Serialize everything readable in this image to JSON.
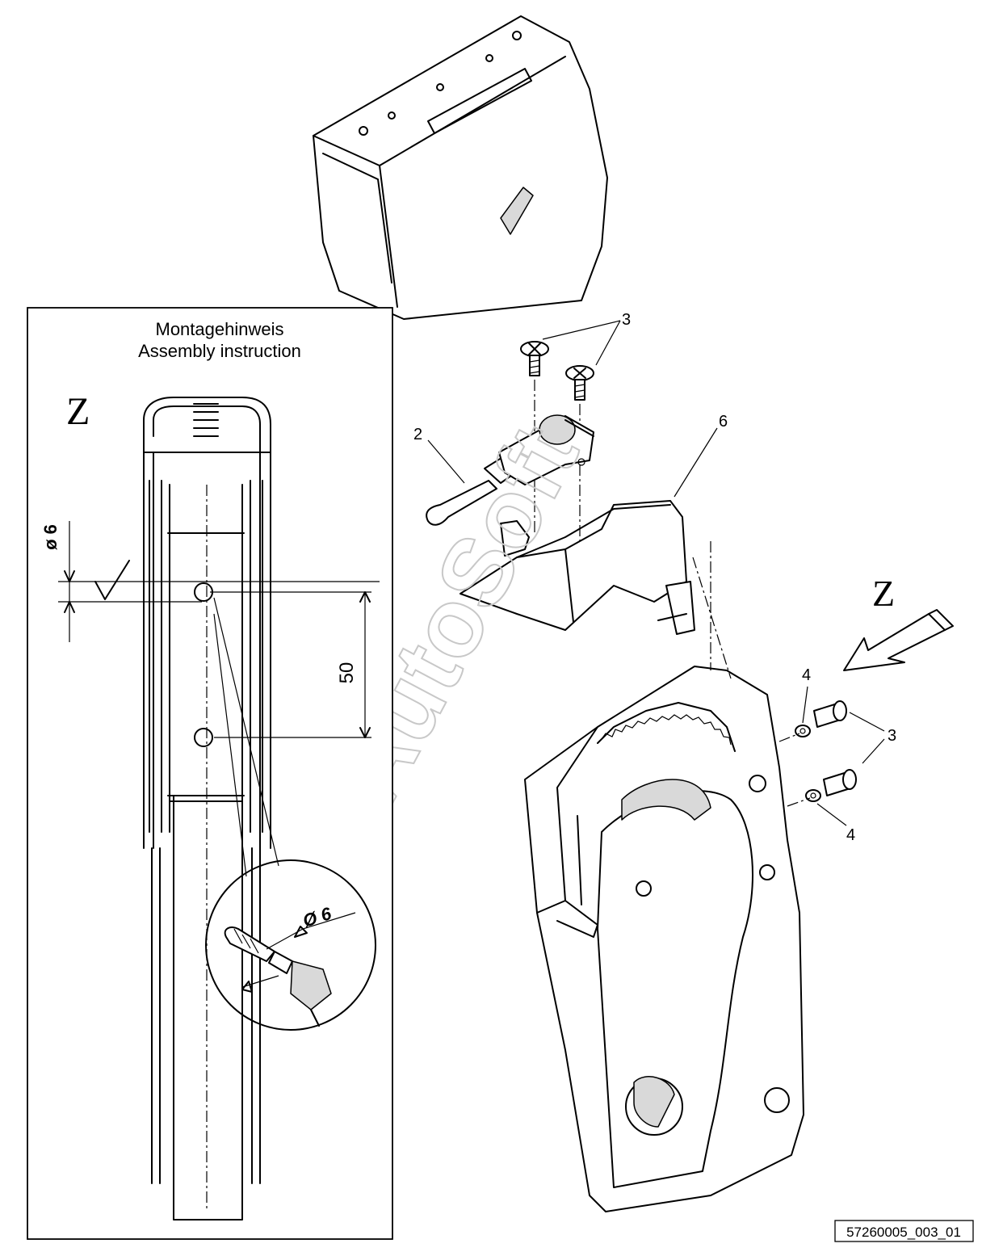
{
  "inset": {
    "title_de": "Montagehinweis",
    "title_en": "Assembly instruction",
    "view_label": "Z",
    "dim_hole_diameter": "ø 6",
    "dim_spacing": "50",
    "detail_drill_label": "Ø 6"
  },
  "main": {
    "view_arrow_label": "Z",
    "callouts": [
      {
        "id": "3a",
        "text": "3"
      },
      {
        "id": "2",
        "text": "2"
      },
      {
        "id": "6",
        "text": "6"
      },
      {
        "id": "4a",
        "text": "4"
      },
      {
        "id": "3b",
        "text": "3"
      },
      {
        "id": "4b",
        "text": "4"
      }
    ]
  },
  "watermark": "AutoSoft",
  "drawing_number": "57260005_003_01"
}
